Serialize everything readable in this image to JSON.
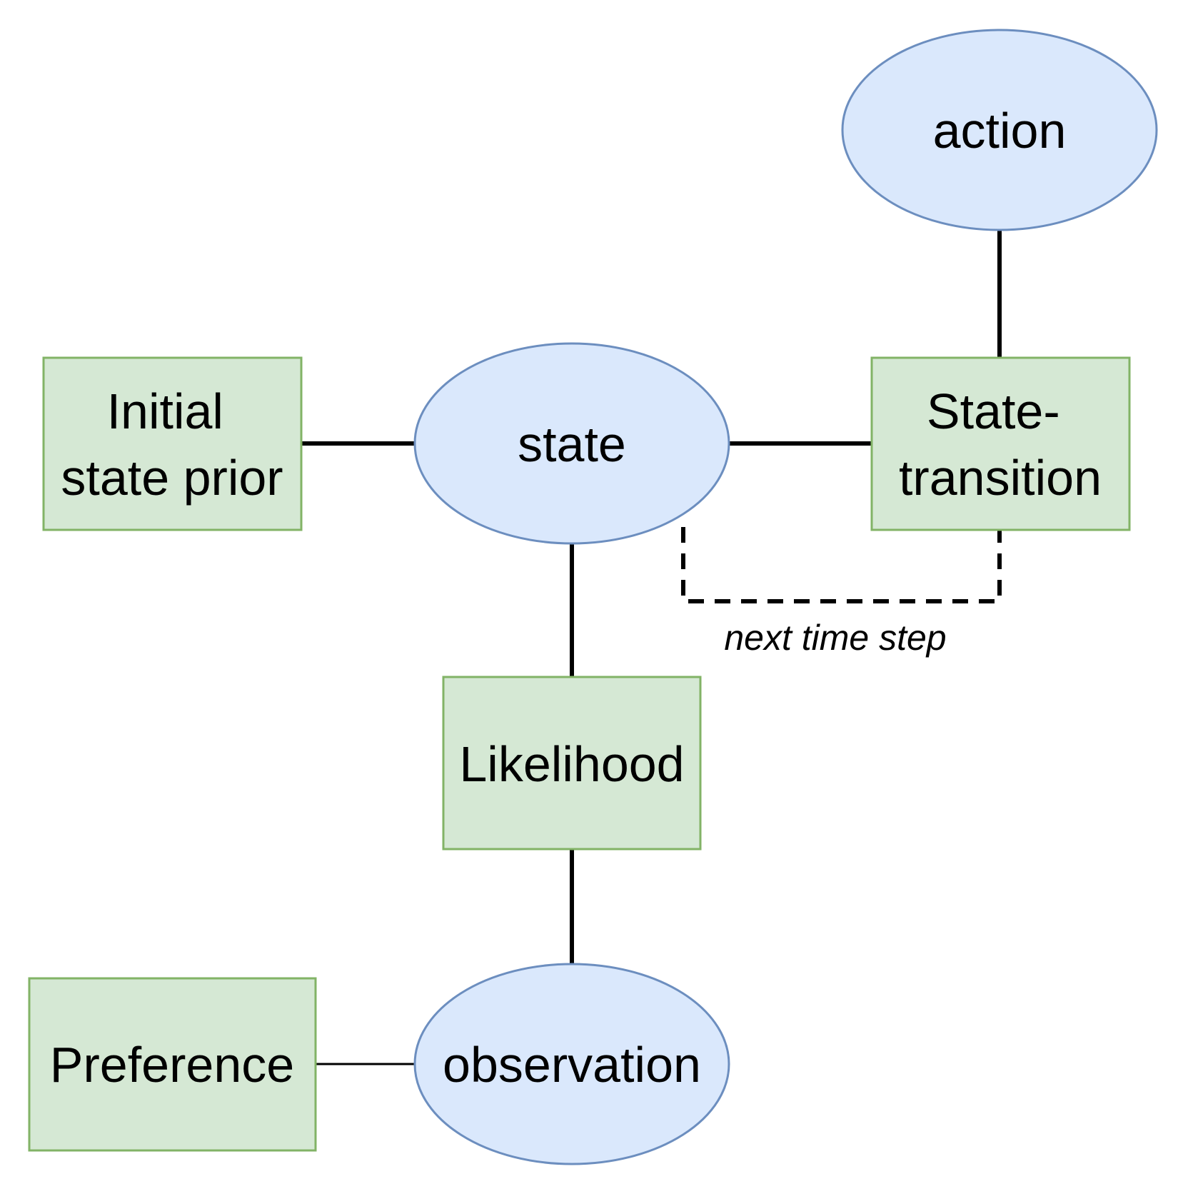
{
  "colors": {
    "variable_fill": "#dae8fc",
    "variable_stroke": "#6c8ebf",
    "factor_fill": "#d5e8d4",
    "factor_stroke": "#82b366",
    "edge": "#000000"
  },
  "nodes": {
    "action": {
      "shape": "ellipse",
      "lines": [
        "action"
      ]
    },
    "state": {
      "shape": "ellipse",
      "lines": [
        "state"
      ]
    },
    "observation": {
      "shape": "ellipse",
      "lines": [
        "observation"
      ]
    },
    "initial_prior": {
      "shape": "rectangle",
      "lines": [
        "Initial",
        "state prior"
      ]
    },
    "state_transition": {
      "shape": "rectangle",
      "lines": [
        "State-",
        "transition"
      ]
    },
    "likelihood": {
      "shape": "rectangle",
      "lines": [
        "Likelihood"
      ]
    },
    "preference": {
      "shape": "rectangle",
      "lines": [
        "Preference"
      ]
    }
  },
  "edges": [
    {
      "from": "action",
      "to": "state_transition",
      "style": "solid"
    },
    {
      "from": "initial_prior",
      "to": "state",
      "style": "solid"
    },
    {
      "from": "state",
      "to": "state_transition",
      "style": "solid"
    },
    {
      "from": "state",
      "to": "likelihood",
      "style": "solid"
    },
    {
      "from": "likelihood",
      "to": "observation",
      "style": "solid"
    },
    {
      "from": "preference",
      "to": "observation",
      "style": "solid"
    },
    {
      "from": "state_transition",
      "to": "state",
      "style": "dashed",
      "label": "next time step"
    }
  ]
}
